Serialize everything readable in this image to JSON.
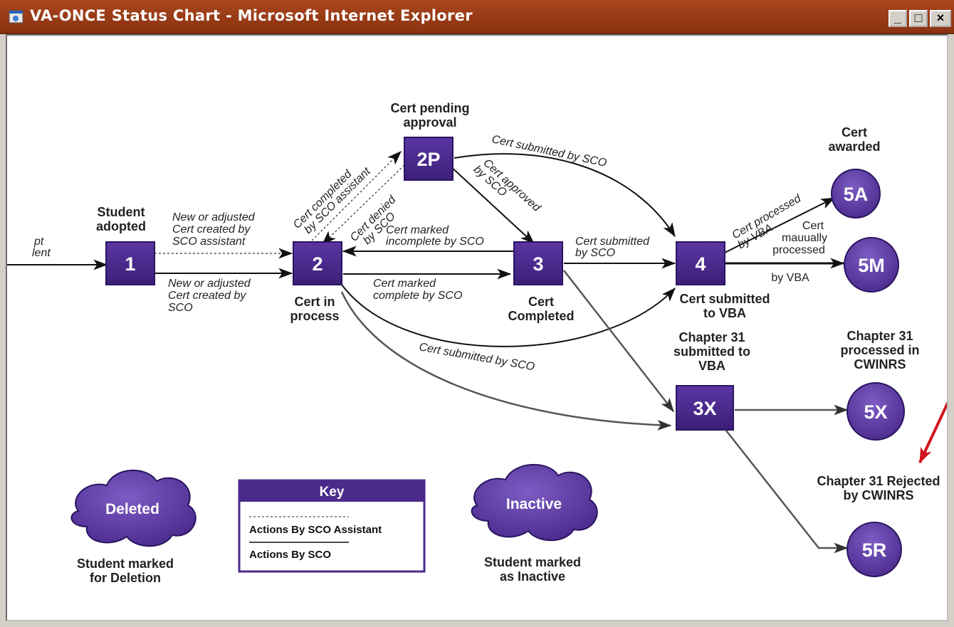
{
  "window": {
    "title": "VA-ONCE Status Chart - Microsoft Internet Explorer",
    "buttons": {
      "minimize": "_",
      "maximize": "□",
      "close": "×"
    }
  },
  "nodes": {
    "n1": "1",
    "n2": "2",
    "n2p": "2P",
    "n3": "3",
    "n4": "4",
    "n3x": "3X",
    "n5a": "5A",
    "n5m": "5M",
    "n5x": "5X",
    "n5r": "5R"
  },
  "labels": {
    "partial_l1": "pt",
    "partial_l2": "lent",
    "student_adopted_1": "Student",
    "student_adopted_2": "adopted",
    "cert_in_process_1": "Cert in",
    "cert_in_process_2": "process",
    "cert_pending_1": "Cert pending",
    "cert_pending_2": "approval",
    "cert_completed_1": "Cert",
    "cert_completed_2": "Completed",
    "cert_submitted_vba_1": "Cert submitted",
    "cert_submitted_vba_2": "to VBA",
    "cert_awarded_1": "Cert",
    "cert_awarded_2": "awarded",
    "ch31_submitted_1": "Chapter 31",
    "ch31_submitted_2": "submitted to",
    "ch31_submitted_3": "VBA",
    "ch31_processed_1": "Chapter 31",
    "ch31_processed_2": "processed in",
    "ch31_processed_3": "CWINRS",
    "ch31_rejected_1": "Chapter 31 Rejected",
    "ch31_rejected_2": "by CWINRS"
  },
  "actions": {
    "new_adj_assistant_1": "New or adjusted",
    "new_adj_assistant_2": "Cert created by",
    "new_adj_assistant_3": "SCO assistant",
    "new_adj_sco_1": "New or adjusted",
    "new_adj_sco_2": "Cert created by",
    "new_adj_sco_3": "SCO",
    "completed_by_assistant_1": "Cert completed",
    "completed_by_assistant_2": "by SCO assistant",
    "denied_1": "Cert denied",
    "denied_2": "by SCO",
    "approved_1": "Cert approved",
    "approved_2": "by SCO",
    "submitted_top": "Cert submitted by SCO",
    "incomplete_1": "Cert marked",
    "incomplete_2": "incomplete by SCO",
    "complete_1": "Cert marked",
    "complete_2": "complete by SCO",
    "submitted_34_1": "Cert submitted",
    "submitted_34_2": "by SCO",
    "processed_vba_1": "Cert processed",
    "processed_vba_2": "by VBA",
    "manually_1": "Cert",
    "manually_2": "mauually",
    "manually_3": "processed",
    "manually_4": "by VBA",
    "submitted_bottom": "Cert submitted by SCO"
  },
  "clouds": {
    "deleted": "Deleted",
    "deleted_desc_1": "Student marked",
    "deleted_desc_2": "for Deletion",
    "inactive": "Inactive",
    "inactive_desc_1": "Student marked",
    "inactive_desc_2": "as Inactive"
  },
  "key": {
    "title": "Key",
    "assistant": "Actions By SCO Assistant",
    "sco": "Actions By SCO"
  },
  "colors": {
    "node_purple": "#4b2a8c",
    "circle_purple": "#5a3a9e",
    "titlebar": "#9b3d17",
    "annotation_arrow": "#d0141c"
  }
}
